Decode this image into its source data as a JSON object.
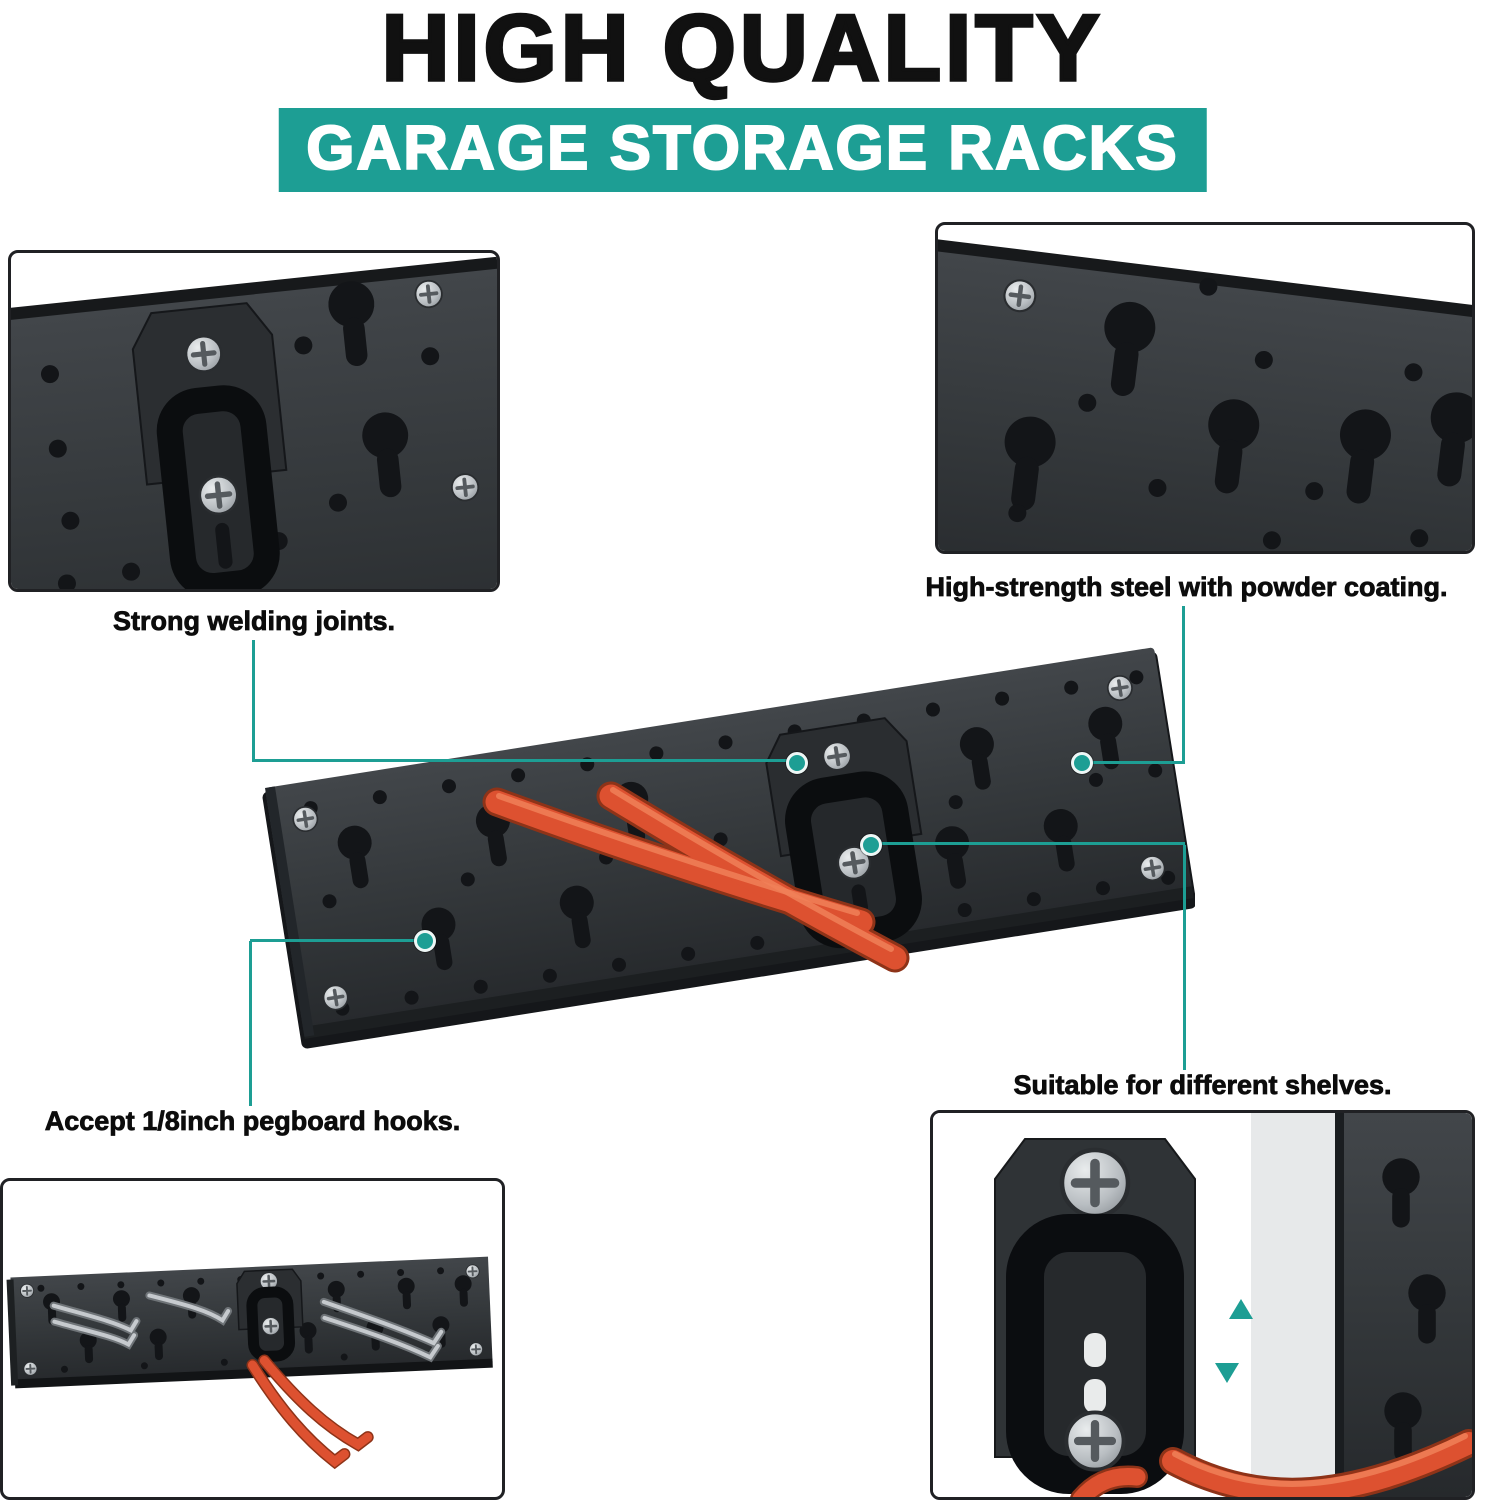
{
  "header": {
    "title": "HIGH QUALITY",
    "subtitle": "GARAGE STORAGE RACKS"
  },
  "callouts": [
    {
      "label": "Strong welding joints."
    },
    {
      "label": "High-strength steel with powder coating."
    },
    {
      "label": "Accept 1/8inch pegboard hooks."
    },
    {
      "label": "Suitable for different shelves."
    }
  ],
  "colors": {
    "accent_teal": "#1D9E94",
    "metal_dark": "#34383B",
    "hook_orange": "#DD5130",
    "text": "#0C0C0C",
    "background": "#FFFFFF"
  }
}
